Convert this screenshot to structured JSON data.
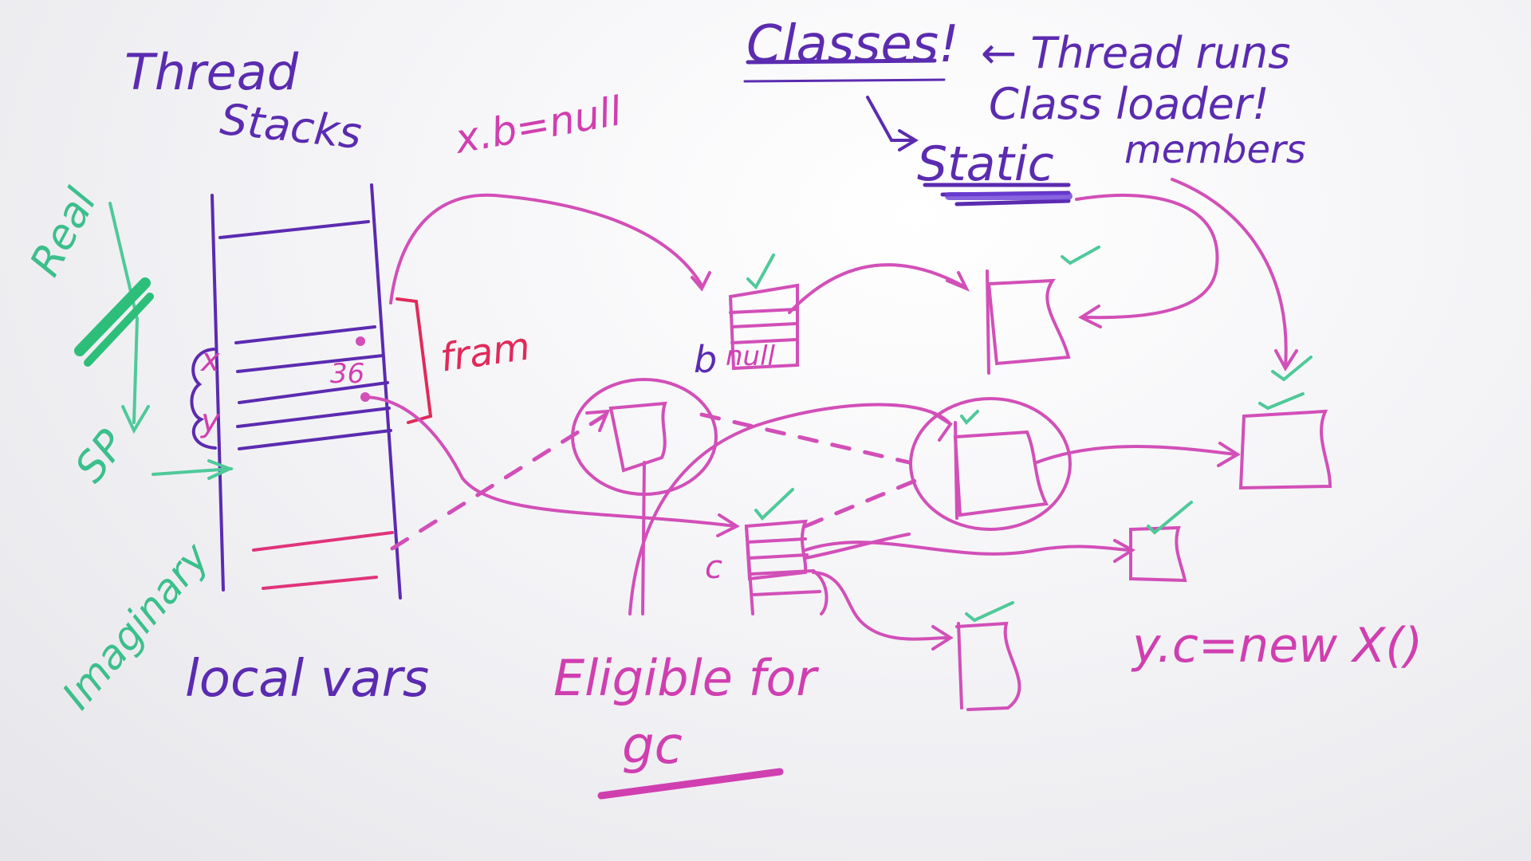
{
  "labels": {
    "thread": "Thread",
    "stacks": "Stacks",
    "local_vars": "local vars",
    "real": "Real",
    "sp": "SP",
    "imaginary": "Imaginary",
    "x_var": "x",
    "y_var": "y",
    "value_36": "36",
    "frame": "fram",
    "xb_null": "x.b=null",
    "classes": "Classes!",
    "thread_runs": "← Thread runs",
    "class_loader": "Class loader!",
    "static": "Static",
    "members": "members",
    "b_label": "b",
    "null_label": "null",
    "c_label": "c",
    "eligible_for": "Eligible for",
    "gc": "gc",
    "yc_new": "y.c=new X()"
  },
  "colors": {
    "purple": "#5b2bb0",
    "pink": "#d24fb8",
    "green": "#4fc99a",
    "red": "#e02a5a",
    "board": "#f4f4f7"
  }
}
